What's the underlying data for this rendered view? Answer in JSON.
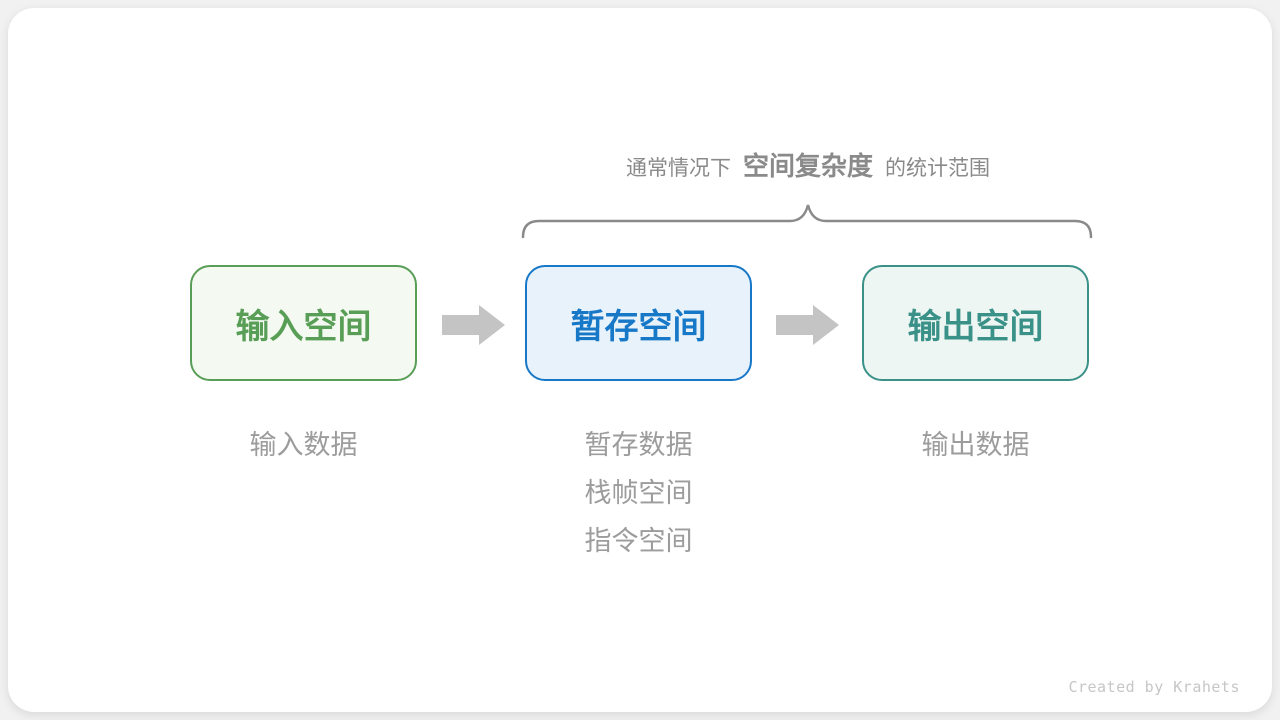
{
  "canvas": {
    "background_color": "#f1f1f1",
    "card_color": "#ffffff"
  },
  "caption": {
    "prefix": "通常情况下",
    "emphasis": "空间复杂度",
    "suffix": "的统计范围",
    "color": "#8a8a8a"
  },
  "brace": {
    "color": "#8a8a8a",
    "spans": "temp-space-box and output-space-box"
  },
  "boxes": [
    {
      "id": "input-space",
      "label": "输入空间",
      "border_color": "#599e56",
      "fill_color": "#f4f9f1",
      "text_color": "#599e56"
    },
    {
      "id": "temp-space",
      "label": "暂存空间",
      "border_color": "#1878c8",
      "fill_color": "#e8f2fb",
      "text_color": "#1878c8"
    },
    {
      "id": "output-space",
      "label": "输出空间",
      "border_color": "#3a9188",
      "fill_color": "#eef6f3",
      "text_color": "#3a9188"
    }
  ],
  "arrows": {
    "color": "#c4c4c4",
    "direction": "right"
  },
  "annotations": {
    "color": "#9c9c9c",
    "input": [
      "输入数据"
    ],
    "temp": [
      "暂存数据",
      "栈帧空间",
      "指令空间"
    ],
    "output": [
      "输出数据"
    ]
  },
  "credit": {
    "text": "Created by Krahets",
    "color": "#c6c6c6"
  }
}
